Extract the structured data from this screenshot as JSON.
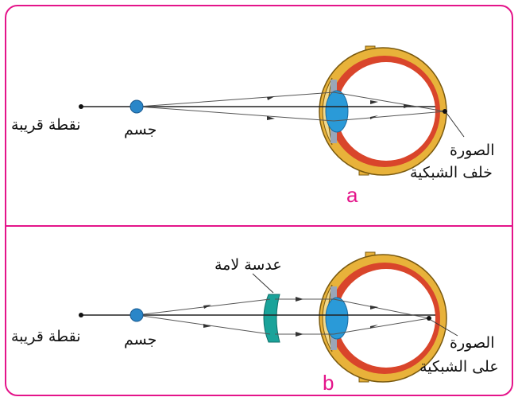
{
  "colors": {
    "frame": "#e4148a",
    "label_letter": "#e4148a",
    "eye_outer": "#e8b23a",
    "eye_red": "#d9452b",
    "eye_white": "#ffffff",
    "lens": "#2a9ad8",
    "corrective_lens": "#1aa39a",
    "object": "#2a86c8"
  },
  "panel_a": {
    "near_point_label": "نقطة قريبة",
    "object_label": "جسم",
    "image_label_line1": "الصورة",
    "image_label_line2": "خلف الشبكية",
    "letter": "a"
  },
  "panel_b": {
    "near_point_label": "نقطة قريبة",
    "object_label": "جسم",
    "lens_label": "عدسة لامة",
    "image_label_line1": "الصورة",
    "image_label_line2": "على الشبكية",
    "letter": "b"
  }
}
